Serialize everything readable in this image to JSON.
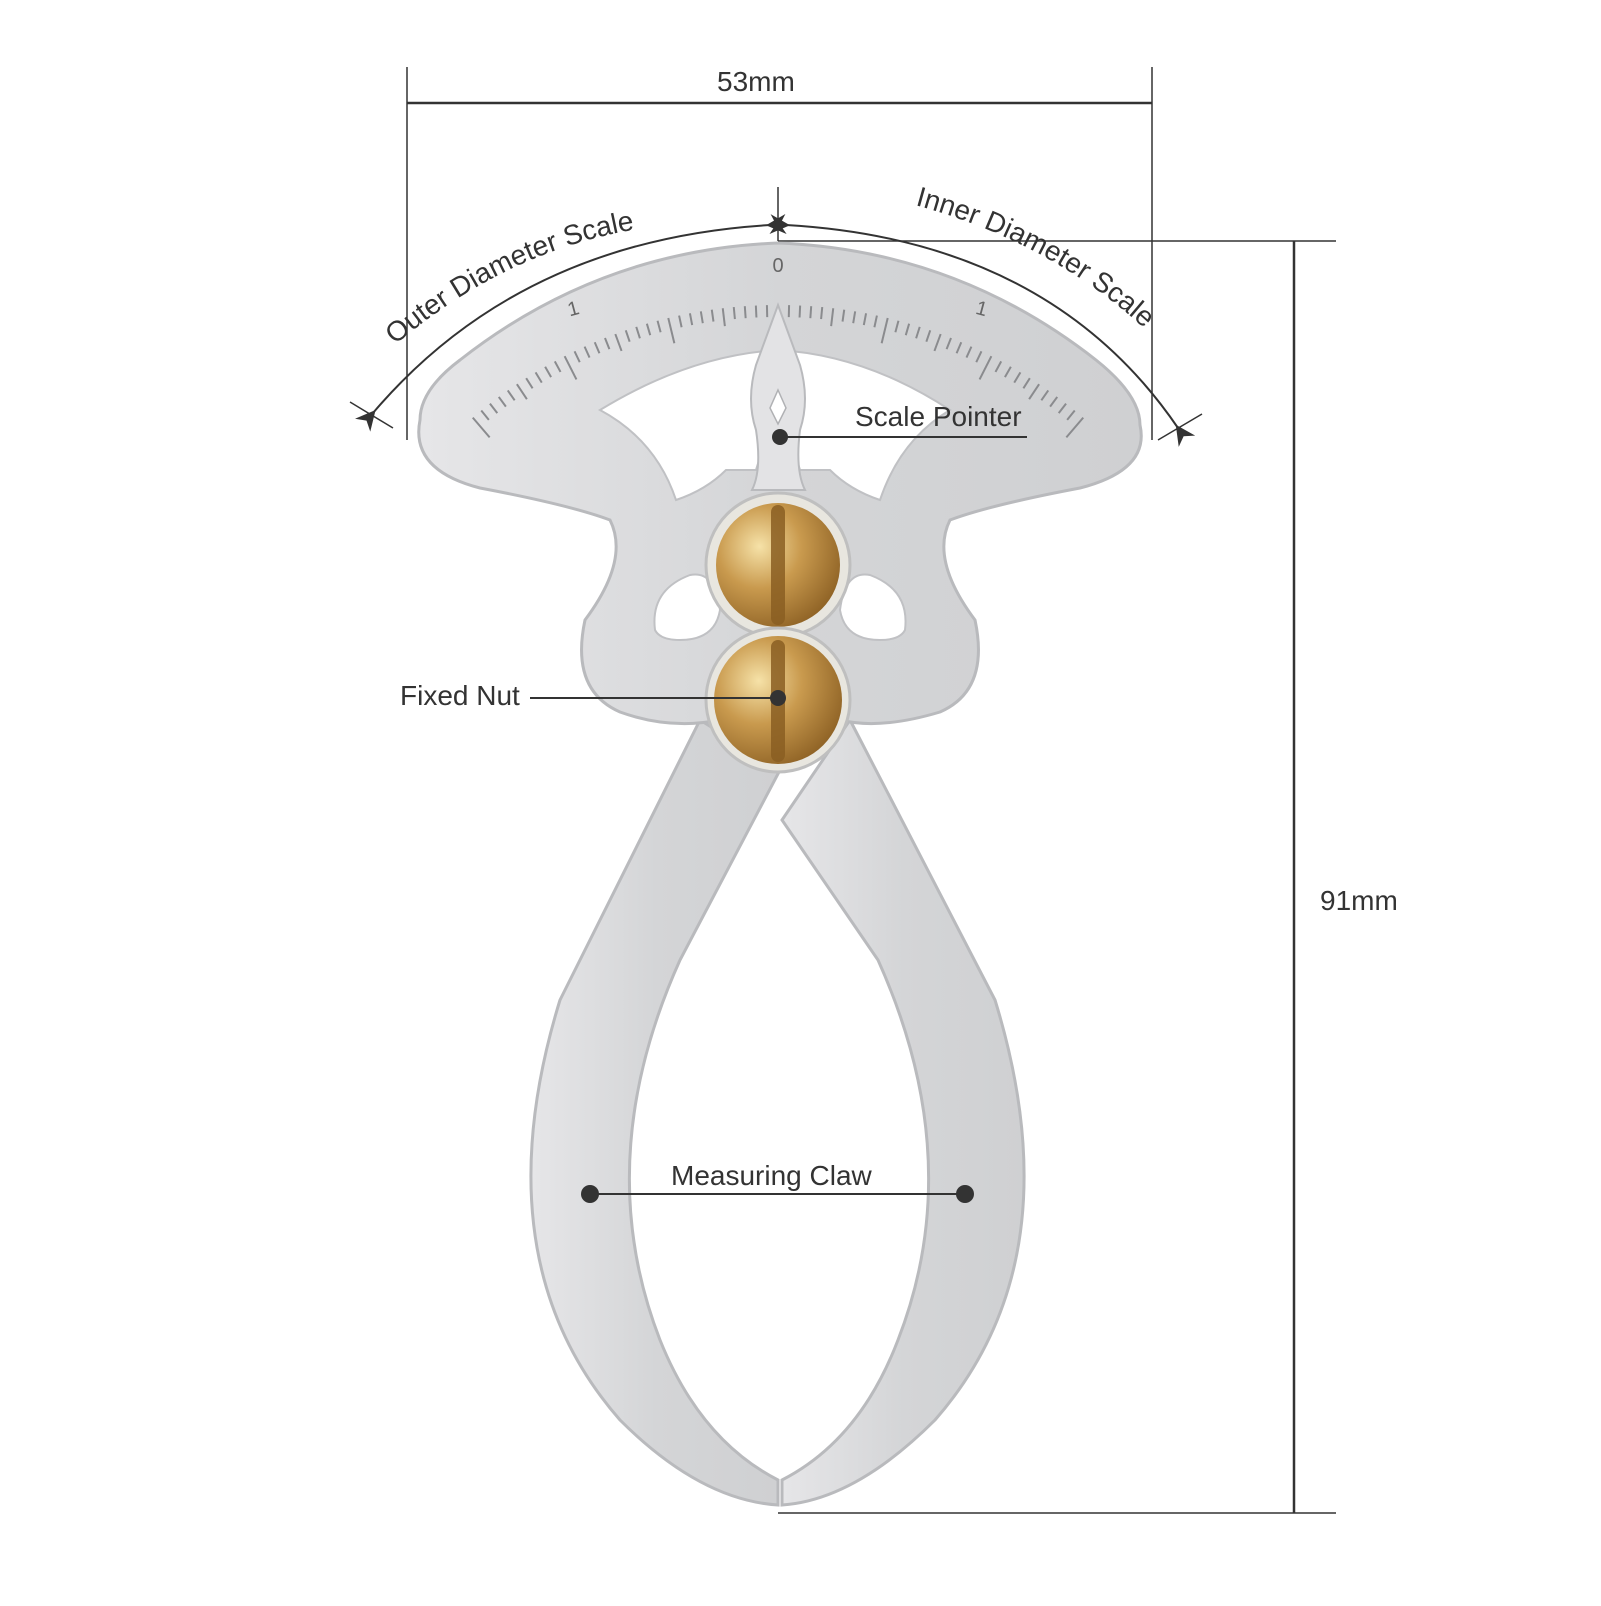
{
  "diagram": {
    "subject": "Caliper with outer / inner diameter scale",
    "dimensions": {
      "width_label": "53mm",
      "height_label": "91mm"
    },
    "scale": {
      "outer_label": "Outer Diameter Scale",
      "inner_label": "Inner Diameter Scale",
      "tick_labels": [
        "1",
        "0",
        "1"
      ]
    },
    "callouts": {
      "scale_pointer": "Scale Pointer",
      "fixed_nut": "Fixed Nut",
      "measuring_claw": "Measuring Claw"
    },
    "colors": {
      "steel": "#d9d9db",
      "steel_edge": "#b9babd",
      "brass": "#c89a4c",
      "brass_dark": "#8a5e22",
      "line": "#333333"
    }
  }
}
